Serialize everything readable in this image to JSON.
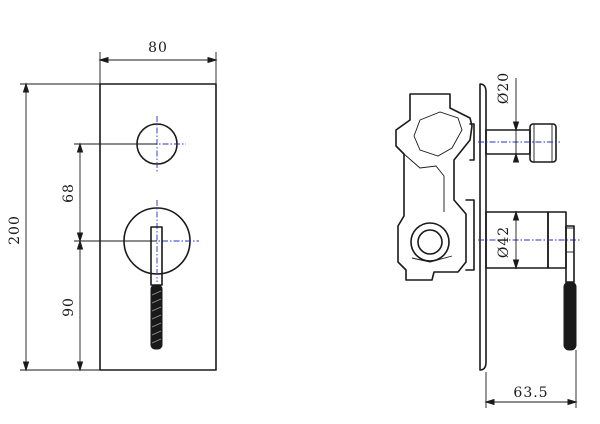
{
  "dimensions": {
    "plate_width": "80",
    "plate_height": "200",
    "upper_offset": "68",
    "lower_offset": "90",
    "small_diameter": "Ø20",
    "large_diameter": "Ø42",
    "depth": "63.5"
  },
  "colors": {
    "line": "#1a1a1a",
    "centerline": "#2233cc",
    "knurl": "#9a9a9a"
  }
}
